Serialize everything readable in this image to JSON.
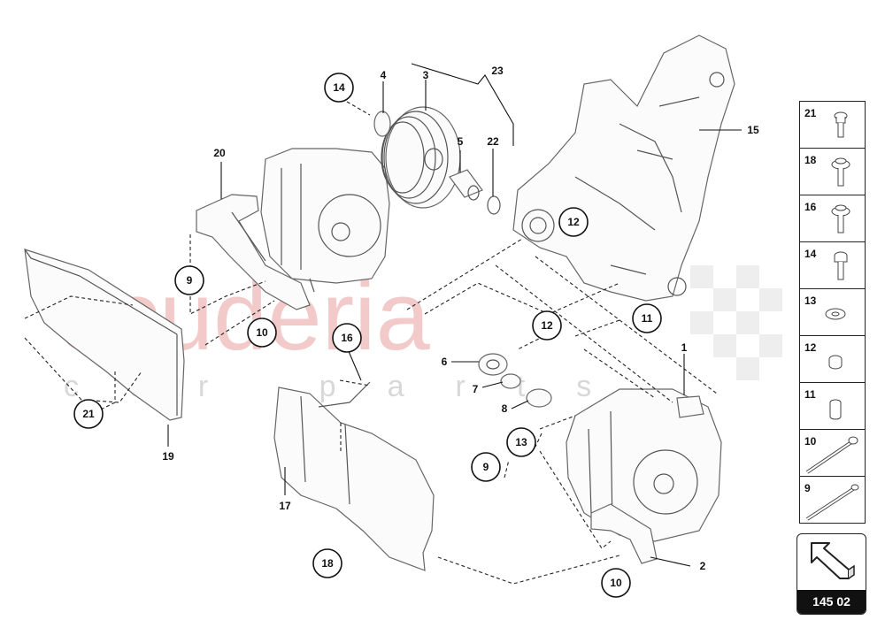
{
  "watermark": {
    "brand": "scuderia",
    "sub": "car parts"
  },
  "callouts": {
    "c14": "14",
    "c12a": "12",
    "c12b": "12",
    "c11": "11",
    "c9a": "9",
    "c10a": "10",
    "c16": "16",
    "c21": "21",
    "c18": "18",
    "c13": "13",
    "c9b": "9",
    "c10b": "10"
  },
  "labels": {
    "l1": "1",
    "l2": "2",
    "l3": "3",
    "l4": "4",
    "l5": "5",
    "l6": "6",
    "l7": "7",
    "l8": "8",
    "l15": "15",
    "l17": "17",
    "l19": "19",
    "l20": "20",
    "l22": "22",
    "l23": "23"
  },
  "legend": [
    {
      "num": "21",
      "icon": "bolt-short-icon"
    },
    {
      "num": "18",
      "icon": "flange-bolt-icon"
    },
    {
      "num": "16",
      "icon": "flange-bolt-icon"
    },
    {
      "num": "14",
      "icon": "bolt-icon"
    },
    {
      "num": "13",
      "icon": "washer-icon"
    },
    {
      "num": "12",
      "icon": "bushing-icon"
    },
    {
      "num": "11",
      "icon": "sleeve-icon"
    },
    {
      "num": "10",
      "icon": "long-bolt-icon"
    },
    {
      "num": "9",
      "icon": "long-bolt-icon"
    }
  ],
  "navigation": {
    "page": "145 02",
    "icon": "return-arrow-icon"
  }
}
